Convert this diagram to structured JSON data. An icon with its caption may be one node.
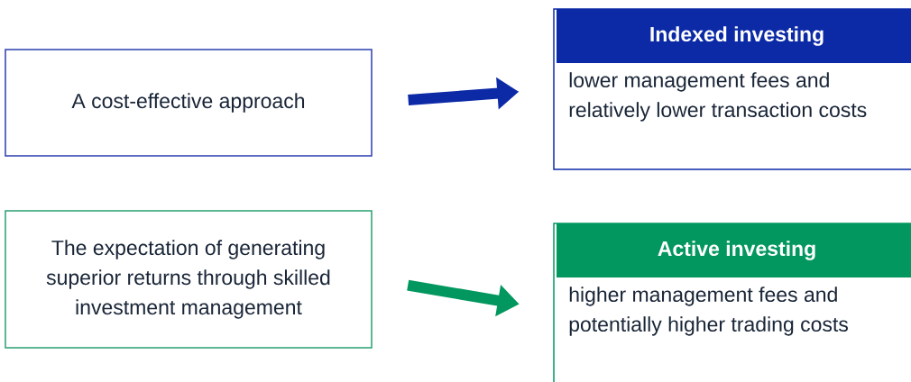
{
  "diagram": {
    "nodes": [
      {
        "text": [
          "A cost-effective approach"
        ]
      },
      {
        "text": [
          "Indexed investing",
          "lower management fees and relatively lower transaction costs"
        ]
      },
      {
        "text": [
          "The expectation of generating superior returns through skilled investment management"
        ]
      },
      {
        "text": [
          "Active investing",
          "higher management fees and potentially higher trading costs"
        ]
      }
    ],
    "edges": [
      {
        "from": 0,
        "to": 1,
        "arrow": "to",
        "color": "#0c2aa6"
      },
      {
        "from": 2,
        "to": 3,
        "arrow": "to",
        "color": "#02975f"
      }
    ]
  }
}
